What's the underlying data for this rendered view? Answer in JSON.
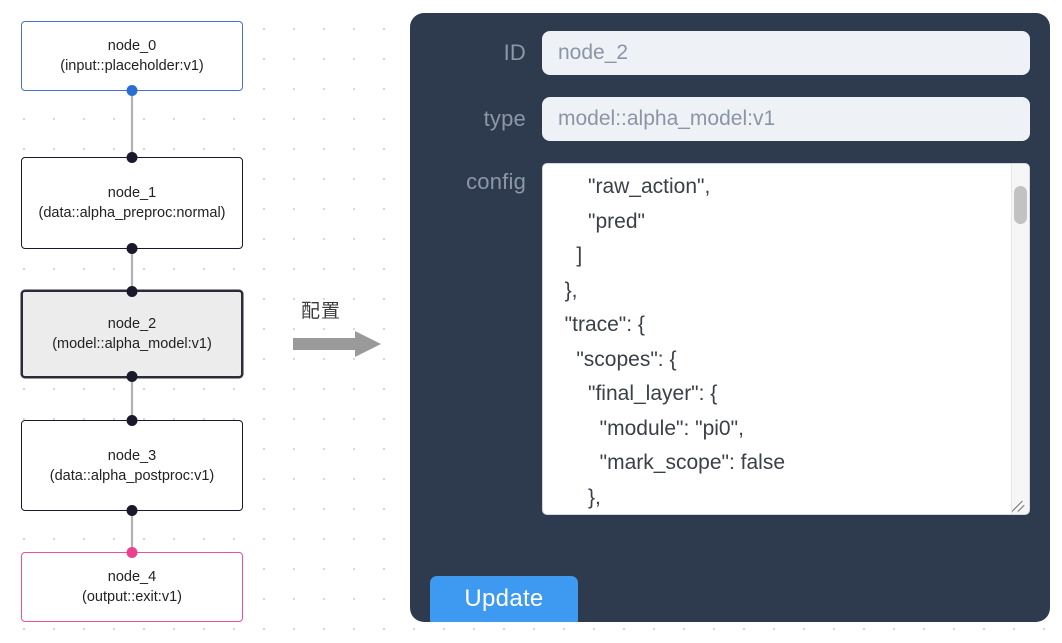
{
  "canvas": {
    "nodes": [
      {
        "id": "node_0",
        "type": "(input::placeholder:v1)",
        "variant": "input",
        "selected": false
      },
      {
        "id": "node_1",
        "type": "(data::alpha_preproc:normal)",
        "variant": "default",
        "selected": false
      },
      {
        "id": "node_2",
        "type": "(model::alpha_model:v1)",
        "variant": "default",
        "selected": true
      },
      {
        "id": "node_3",
        "type": "(data::alpha_postproc:v1)",
        "variant": "default",
        "selected": false
      },
      {
        "id": "node_4",
        "type": "(output::exit:v1)",
        "variant": "output",
        "selected": false
      }
    ],
    "edges": [
      {
        "from": "node_0",
        "to": "node_1"
      },
      {
        "from": "node_1",
        "to": "node_2"
      },
      {
        "from": "node_2",
        "to": "node_3"
      },
      {
        "from": "node_3",
        "to": "node_4"
      }
    ],
    "colors": {
      "input_border": "#4a6fd0",
      "output_border": "#ef4f9a",
      "default_border": "#1a192b",
      "selected_fill": "#ececec",
      "handle": "#1a192b",
      "handle_blue": "#2a6ed4",
      "handle_pink": "#ec3f8f",
      "grid_dot": "#c9c9d4"
    }
  },
  "annotation": {
    "label": "配置",
    "arrow": "arrow-right-icon"
  },
  "panel": {
    "background": "#2e3a4e",
    "fields": [
      {
        "label": "ID",
        "value": "node_2"
      },
      {
        "label": "type",
        "value": "model::alpha_model:v1"
      }
    ],
    "config": {
      "label": "config",
      "value": "      \"raw_action\",\n      \"pred\"\n    ]\n  },\n  \"trace\": {\n    \"scopes\": {\n      \"final_layer\": {\n        \"module\": \"pi0\",\n        \"mark_scope\": false\n      },\n      \"action_model\": {"
    },
    "update_label": "Update",
    "update_color": "#3d9af0"
  }
}
